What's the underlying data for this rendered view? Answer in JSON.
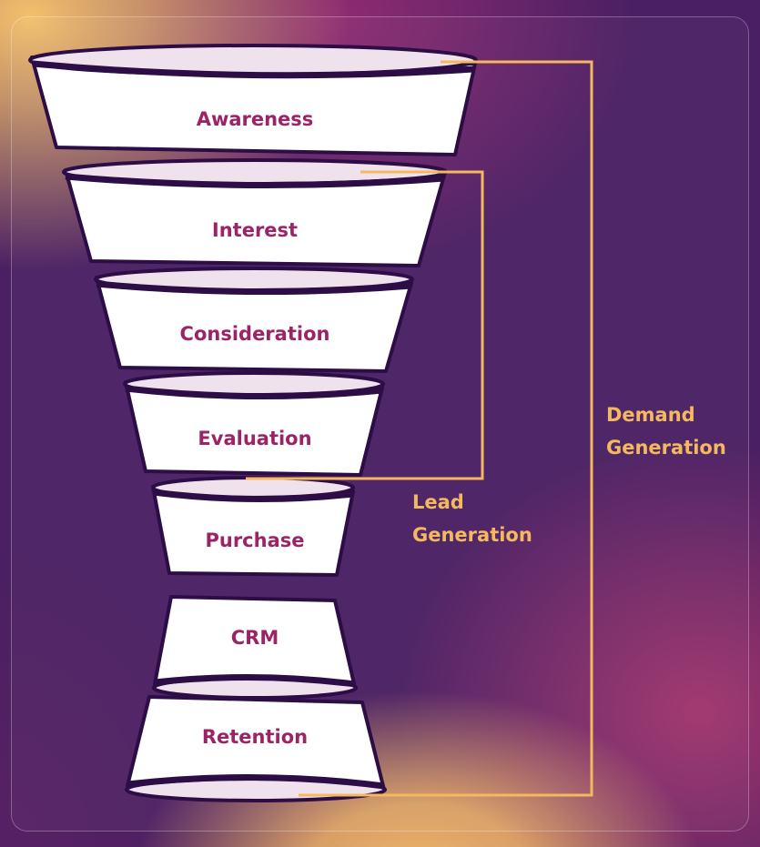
{
  "stages": [
    {
      "id": "awareness",
      "label": "Awareness"
    },
    {
      "id": "interest",
      "label": "Interest"
    },
    {
      "id": "consideration",
      "label": "Consideration"
    },
    {
      "id": "evaluation",
      "label": "Evaluation"
    },
    {
      "id": "purchase",
      "label": "Purchase"
    },
    {
      "id": "crm",
      "label": "CRM"
    },
    {
      "id": "retention",
      "label": "Retention"
    }
  ],
  "brackets": {
    "lead_generation": {
      "line1": "Lead",
      "line2": "Generation",
      "spans": [
        "Interest",
        "Consideration",
        "Evaluation"
      ]
    },
    "demand_generation": {
      "line1": "Demand",
      "line2": "Generation",
      "spans": [
        "Awareness",
        "Interest",
        "Consideration",
        "Evaluation",
        "Purchase",
        "CRM",
        "Retention"
      ]
    }
  },
  "colors": {
    "segment_fill": "#ffffff",
    "rim_fill": "#f0e2ec",
    "outline": "#2c0d45",
    "label": "#9b2467",
    "bracket": "#f4b95f"
  }
}
